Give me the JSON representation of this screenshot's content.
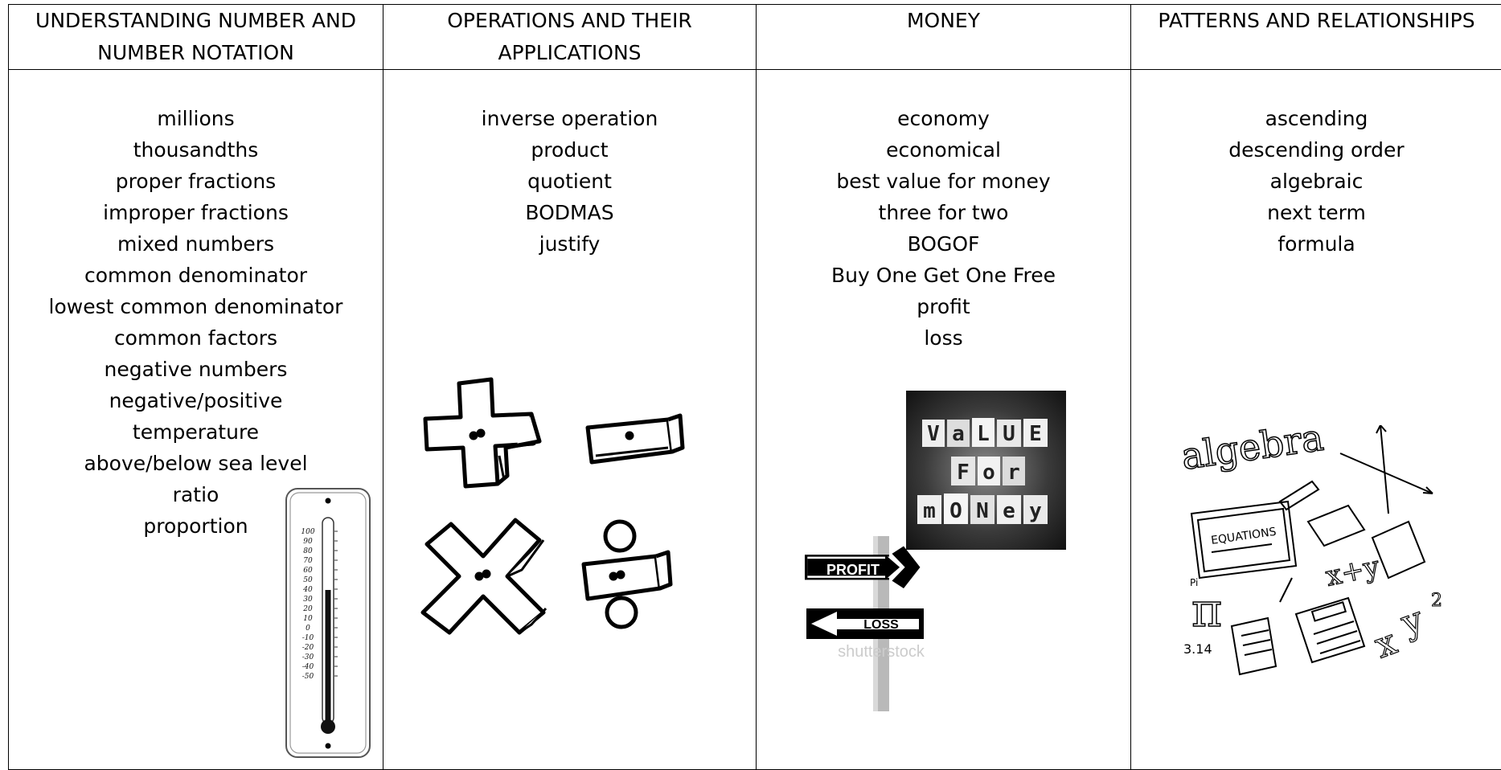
{
  "columns": [
    {
      "heading": "UNDERSTANDING NUMBER AND NUMBER NOTATION",
      "words": [
        "millions",
        "thousandths",
        "proper fractions",
        "improper fractions",
        "mixed numbers",
        "common denominator",
        "lowest common denominator",
        "common factors",
        "negative numbers",
        "negative/positive",
        "temperature",
        "above/below sea level",
        "ratio",
        "proportion"
      ],
      "thermometer_scale": [
        "100",
        "90",
        "80",
        "70",
        "60",
        "50",
        "40",
        "30",
        "20",
        "10",
        "0",
        "-10",
        "-20",
        "-30",
        "-40",
        "-50"
      ]
    },
    {
      "heading": "OPERATIONS AND THEIR APPLICATIONS",
      "words": [
        "inverse operation",
        "product",
        "quotient",
        "BODMAS",
        "justify"
      ]
    },
    {
      "heading": "MONEY",
      "words": [
        "economy",
        "economical",
        "best value for money",
        "three for two",
        "BOGOF",
        "Buy One Get One Free",
        "profit",
        "loss"
      ],
      "value_letters": [
        [
          "V",
          "a",
          "L",
          "U",
          "E"
        ],
        [
          "F",
          "o",
          "r"
        ],
        [
          "m",
          "O",
          "N",
          "e",
          "y"
        ]
      ],
      "sign_profit": "PROFIT",
      "sign_loss": "LOSS",
      "watermark": "shutterstock"
    },
    {
      "heading": "PATTERNS AND RELATIONSHIPS",
      "words": [
        "ascending",
        "descending order",
        "algebraic",
        "next term",
        "formula"
      ],
      "doodle_algebra": "algebra",
      "doodle_equations": "EQUATIONS",
      "doodle_pi_label": "Pi",
      "doodle_pi_value": "3.14",
      "doodle_xy": "x+y",
      "doodle_power": "x",
      "doodle_power_y": "y",
      "doodle_exp": "2"
    }
  ]
}
